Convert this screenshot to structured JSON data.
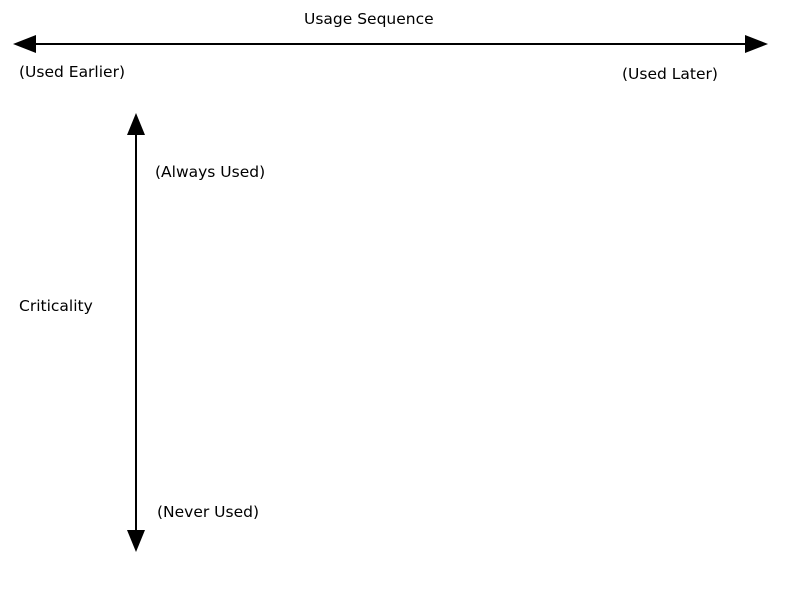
{
  "diagram": {
    "colors": {
      "background": "#ffffff",
      "ink": "#000000"
    },
    "horizontal_axis": {
      "title": "Usage Sequence",
      "left_label": "(Used Earlier)",
      "right_label": "(Used Later)"
    },
    "vertical_axis": {
      "title": "Criticality",
      "top_label": "(Always Used)",
      "bottom_label": "(Never Used)"
    }
  }
}
